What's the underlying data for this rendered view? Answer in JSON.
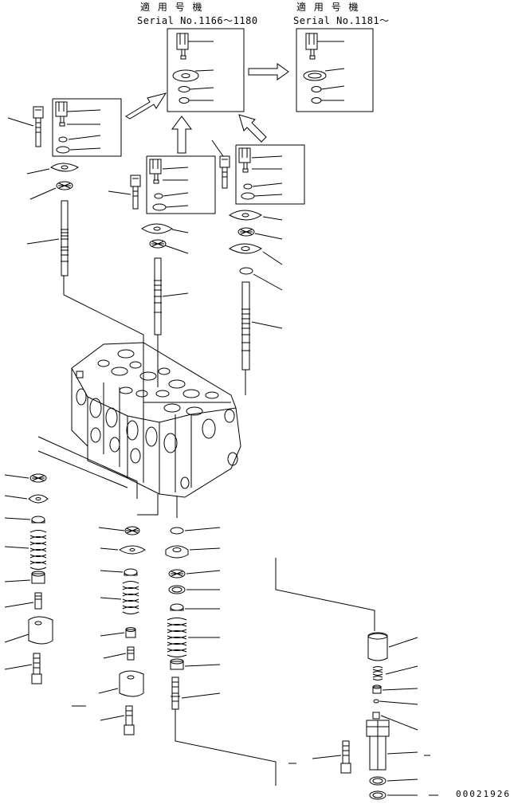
{
  "header": {
    "applicable_label_1": "適 用 号 機",
    "serial_range_1": "Serial No.1166～1180",
    "applicable_label_2": "適 用 号 機",
    "serial_range_2": "Serial No.1181～"
  },
  "footer": {
    "drawing_number": "00021926"
  },
  "colors": {
    "line": "#000000",
    "background": "#ffffff"
  },
  "icons": [
    "upward-arrow-icon",
    "right-arrow-icon"
  ]
}
